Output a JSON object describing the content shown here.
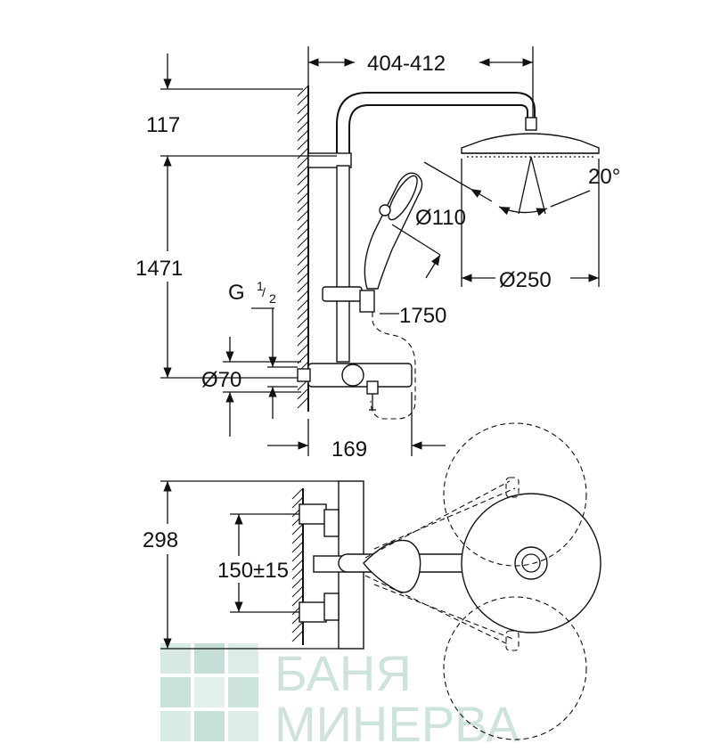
{
  "dimensions": {
    "arm_length": "404-412",
    "top_offset": "117",
    "rail_height": "1471",
    "thread": {
      "prefix": "G ",
      "num": "1",
      "den": "2"
    },
    "escutcheon": "Ø70",
    "hand_shower": "Ø110",
    "head_shower": "Ø250",
    "tilt_angle": "20°",
    "hose": "1750",
    "spout": "169",
    "depth": "298",
    "centres": "150±15"
  },
  "watermark": {
    "line1": "БАНЯ",
    "line2": "МИНЕРВА"
  },
  "colors": {
    "line": "#111111",
    "watermark": "#cfe3de",
    "background": "#ffffff"
  }
}
